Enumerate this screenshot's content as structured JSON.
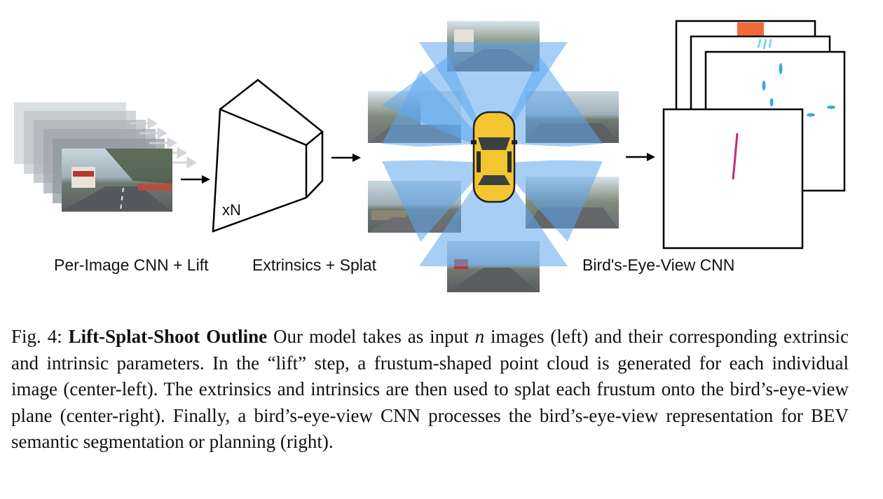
{
  "figure": {
    "labels": {
      "per_image": "Per-Image CNN + Lift",
      "extrinsics": "Extrinsics + Splat",
      "bev": "Bird's-Eye-View CNN",
      "multiplier": "xN"
    }
  },
  "caption": {
    "fig_number": "Fig. 4:",
    "title": "Lift-Splat-Shoot Outline",
    "text_1": " Our model takes as input ",
    "var_n": "n",
    "text_2": " images (left) and their corresponding extrinsic and intrinsic parameters. In the “lift” step, a frustum-shaped point cloud is generated for each individual image (center-left). The extrinsics and intrinsics are then used to splat each frustum onto the bird’s-eye-view plane (center-right). Finally, a bird’s-eye-view CNN processes the bird’s-eye-view representation for BEV semantic segmentation or planning (right)."
  },
  "colors": {
    "frustum_blue": "#5fa8ee",
    "car_yellow": "#f2c531",
    "bev_red": "#f26a3a",
    "bev_cyan": "#3aa8e6",
    "bev_magenta": "#c02a7a"
  }
}
